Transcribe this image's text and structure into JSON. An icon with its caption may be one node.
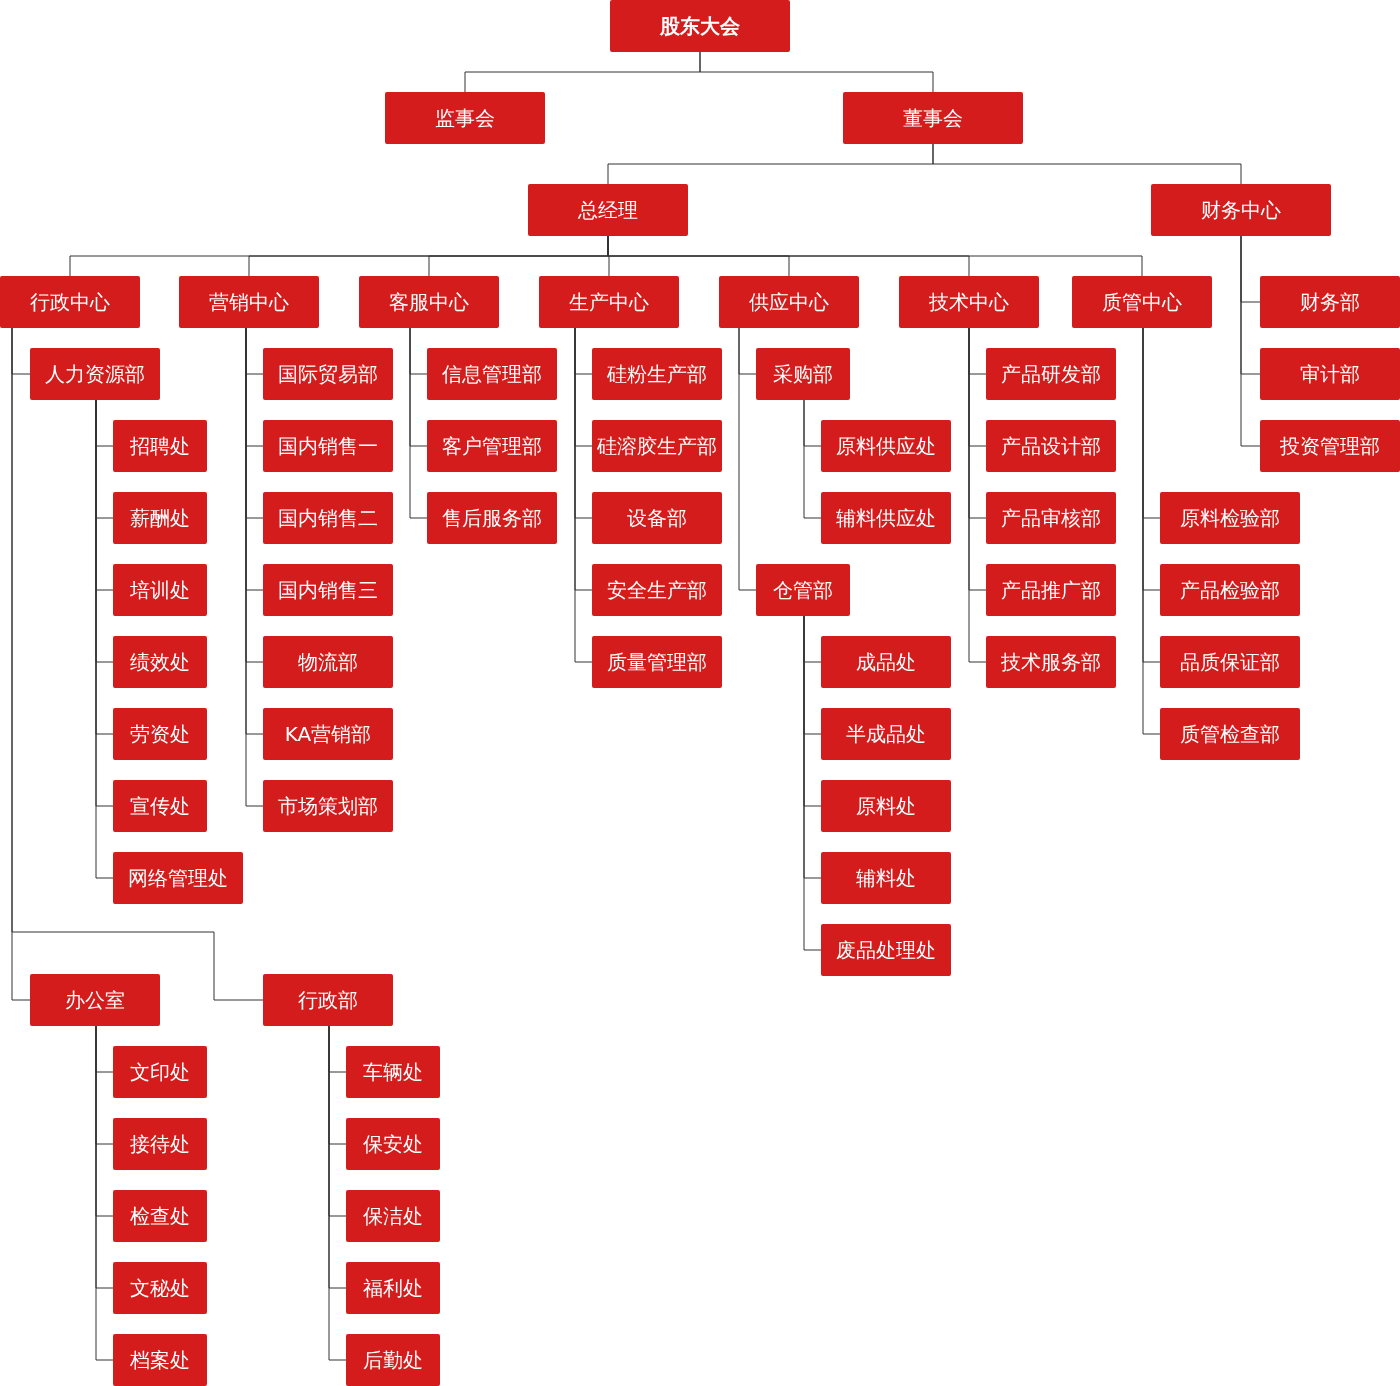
{
  "diagram": {
    "nodes": [
      {
        "text": [
          "股东大会"
        ]
      },
      {
        "text": [
          "监事会"
        ]
      },
      {
        "text": [
          "董事会"
        ]
      },
      {
        "text": [
          "总经理"
        ]
      },
      {
        "text": [
          "财务中心"
        ]
      },
      {
        "text": [
          "行政中心"
        ]
      },
      {
        "text": [
          "营销中心"
        ]
      },
      {
        "text": [
          "客服中心"
        ]
      },
      {
        "text": [
          "生产中心"
        ]
      },
      {
        "text": [
          "供应中心"
        ]
      },
      {
        "text": [
          "技术中心"
        ]
      },
      {
        "text": [
          "质管中心"
        ]
      },
      {
        "text": [
          "财务部"
        ]
      },
      {
        "text": [
          "审计部"
        ]
      },
      {
        "text": [
          "投资管理部"
        ]
      },
      {
        "text": [
          "人力资源部"
        ]
      },
      {
        "text": [
          "招聘处"
        ]
      },
      {
        "text": [
          "薪酬处"
        ]
      },
      {
        "text": [
          "培训处"
        ]
      },
      {
        "text": [
          "绩效处"
        ]
      },
      {
        "text": [
          "劳资处"
        ]
      },
      {
        "text": [
          "宣传处"
        ]
      },
      {
        "text": [
          "网络管理处"
        ]
      },
      {
        "text": [
          "办公室"
        ]
      },
      {
        "text": [
          "文印处"
        ]
      },
      {
        "text": [
          "接待处"
        ]
      },
      {
        "text": [
          "检查处"
        ]
      },
      {
        "text": [
          "文秘处"
        ]
      },
      {
        "text": [
          "档案处"
        ]
      },
      {
        "text": [
          "行政部"
        ]
      },
      {
        "text": [
          "车辆处"
        ]
      },
      {
        "text": [
          "保安处"
        ]
      },
      {
        "text": [
          "保洁处"
        ]
      },
      {
        "text": [
          "福利处"
        ]
      },
      {
        "text": [
          "后勤处"
        ]
      },
      {
        "text": [
          "国际贸易部"
        ]
      },
      {
        "text": [
          "国内销售一"
        ]
      },
      {
        "text": [
          "国内销售二"
        ]
      },
      {
        "text": [
          "国内销售三"
        ]
      },
      {
        "text": [
          "物流部"
        ]
      },
      {
        "text": [
          "KA营销部"
        ]
      },
      {
        "text": [
          "市场策划部"
        ]
      },
      {
        "text": [
          "信息管理部"
        ]
      },
      {
        "text": [
          "客户管理部"
        ]
      },
      {
        "text": [
          "售后服务部"
        ]
      },
      {
        "text": [
          "硅粉生产部"
        ]
      },
      {
        "text": [
          "硅溶胶生产部"
        ]
      },
      {
        "text": [
          "设备部"
        ]
      },
      {
        "text": [
          "安全生产部"
        ]
      },
      {
        "text": [
          "质量管理部"
        ]
      },
      {
        "text": [
          "采购部"
        ]
      },
      {
        "text": [
          "原料供应处"
        ]
      },
      {
        "text": [
          "辅料供应处"
        ]
      },
      {
        "text": [
          "仓管部"
        ]
      },
      {
        "text": [
          "成品处"
        ]
      },
      {
        "text": [
          "半成品处"
        ]
      },
      {
        "text": [
          "原料处"
        ]
      },
      {
        "text": [
          "辅料处"
        ]
      },
      {
        "text": [
          "废品处理处"
        ]
      },
      {
        "text": [
          "产品研发部"
        ]
      },
      {
        "text": [
          "产品设计部"
        ]
      },
      {
        "text": [
          "产品审核部"
        ]
      },
      {
        "text": [
          "产品推广部"
        ]
      },
      {
        "text": [
          "技术服务部"
        ]
      },
      {
        "text": [
          "原料检验部"
        ]
      },
      {
        "text": [
          "产品检验部"
        ]
      },
      {
        "text": [
          "品质保证部"
        ]
      },
      {
        "text": [
          "质管检查部"
        ]
      }
    ],
    "edges": [
      {
        "from": 0,
        "to": 1,
        "arrow": "none"
      },
      {
        "from": 0,
        "to": 2,
        "arrow": "none"
      },
      {
        "from": 2,
        "to": 3,
        "arrow": "none"
      },
      {
        "from": 2,
        "to": 4,
        "arrow": "none"
      },
      {
        "from": 3,
        "to": 5,
        "arrow": "none"
      },
      {
        "from": 3,
        "to": 6,
        "arrow": "none"
      },
      {
        "from": 3,
        "to": 7,
        "arrow": "none"
      },
      {
        "from": 3,
        "to": 8,
        "arrow": "none"
      },
      {
        "from": 3,
        "to": 9,
        "arrow": "none"
      },
      {
        "from": 3,
        "to": 10,
        "arrow": "none"
      },
      {
        "from": 3,
        "to": 11,
        "arrow": "none"
      },
      {
        "from": 4,
        "to": 12,
        "arrow": "none"
      },
      {
        "from": 4,
        "to": 13,
        "arrow": "none"
      },
      {
        "from": 4,
        "to": 14,
        "arrow": "none"
      },
      {
        "from": 5,
        "to": 15,
        "arrow": "none"
      },
      {
        "from": 15,
        "to": 16,
        "arrow": "none"
      },
      {
        "from": 15,
        "to": 17,
        "arrow": "none"
      },
      {
        "from": 15,
        "to": 18,
        "arrow": "none"
      },
      {
        "from": 15,
        "to": 19,
        "arrow": "none"
      },
      {
        "from": 15,
        "to": 20,
        "arrow": "none"
      },
      {
        "from": 15,
        "to": 21,
        "arrow": "none"
      },
      {
        "from": 15,
        "to": 22,
        "arrow": "none"
      },
      {
        "from": 5,
        "to": 23,
        "arrow": "none"
      },
      {
        "from": 23,
        "to": 24,
        "arrow": "none"
      },
      {
        "from": 23,
        "to": 25,
        "arrow": "none"
      },
      {
        "from": 23,
        "to": 26,
        "arrow": "none"
      },
      {
        "from": 23,
        "to": 27,
        "arrow": "none"
      },
      {
        "from": 23,
        "to": 28,
        "arrow": "none"
      },
      {
        "from": 5,
        "to": 29,
        "arrow": "none"
      },
      {
        "from": 29,
        "to": 30,
        "arrow": "none"
      },
      {
        "from": 29,
        "to": 31,
        "arrow": "none"
      },
      {
        "from": 29,
        "to": 32,
        "arrow": "none"
      },
      {
        "from": 29,
        "to": 33,
        "arrow": "none"
      },
      {
        "from": 29,
        "to": 34,
        "arrow": "none"
      },
      {
        "from": 6,
        "to": 35,
        "arrow": "none"
      },
      {
        "from": 6,
        "to": 36,
        "arrow": "none"
      },
      {
        "from": 6,
        "to": 37,
        "arrow": "none"
      },
      {
        "from": 6,
        "to": 38,
        "arrow": "none"
      },
      {
        "from": 6,
        "to": 39,
        "arrow": "none"
      },
      {
        "from": 6,
        "to": 40,
        "arrow": "none"
      },
      {
        "from": 6,
        "to": 41,
        "arrow": "none"
      },
      {
        "from": 7,
        "to": 42,
        "arrow": "none"
      },
      {
        "from": 7,
        "to": 43,
        "arrow": "none"
      },
      {
        "from": 7,
        "to": 44,
        "arrow": "none"
      },
      {
        "from": 8,
        "to": 45,
        "arrow": "none"
      },
      {
        "from": 8,
        "to": 46,
        "arrow": "none"
      },
      {
        "from": 8,
        "to": 47,
        "arrow": "none"
      },
      {
        "from": 8,
        "to": 48,
        "arrow": "none"
      },
      {
        "from": 8,
        "to": 49,
        "arrow": "none"
      },
      {
        "from": 9,
        "to": 50,
        "arrow": "none"
      },
      {
        "from": 50,
        "to": 51,
        "arrow": "none"
      },
      {
        "from": 50,
        "to": 52,
        "arrow": "none"
      },
      {
        "from": 9,
        "to": 53,
        "arrow": "none"
      },
      {
        "from": 53,
        "to": 54,
        "arrow": "none"
      },
      {
        "from": 53,
        "to": 55,
        "arrow": "none"
      },
      {
        "from": 53,
        "to": 56,
        "arrow": "none"
      },
      {
        "from": 53,
        "to": 57,
        "arrow": "none"
      },
      {
        "from": 53,
        "to": 58,
        "arrow": "none"
      },
      {
        "from": 10,
        "to": 59,
        "arrow": "none"
      },
      {
        "from": 10,
        "to": 60,
        "arrow": "none"
      },
      {
        "from": 10,
        "to": 61,
        "arrow": "none"
      },
      {
        "from": 10,
        "to": 62,
        "arrow": "none"
      },
      {
        "from": 10,
        "to": 63,
        "arrow": "none"
      },
      {
        "from": 11,
        "to": 64,
        "arrow": "none"
      },
      {
        "from": 11,
        "to": 65,
        "arrow": "none"
      },
      {
        "from": 11,
        "to": 66,
        "arrow": "none"
      },
      {
        "from": 11,
        "to": 67,
        "arrow": "none"
      }
    ]
  }
}
